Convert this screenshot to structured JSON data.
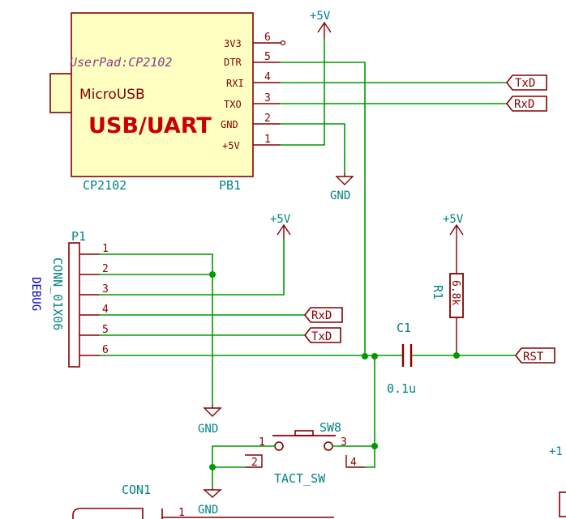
{
  "module": {
    "ref": "CP2102",
    "value": "PB1",
    "user_pad": "UserPad:CP2102",
    "usb_label": "MicroUSB",
    "title": "USB/UART",
    "pins": [
      {
        "name": "3V3",
        "num": "6"
      },
      {
        "name": "DTR",
        "num": "5"
      },
      {
        "name": "RXI",
        "num": "4"
      },
      {
        "name": "TXO",
        "num": "3"
      },
      {
        "name": "GND",
        "num": "2"
      },
      {
        "name": "+5V",
        "num": "1"
      }
    ]
  },
  "header": {
    "ref": "P1",
    "value": "CONN_01X06",
    "label": "DEBUG",
    "pins": [
      "1",
      "2",
      "3",
      "4",
      "5",
      "6"
    ]
  },
  "power": {
    "vcc_top": "+5V",
    "vcc_p1": "+5V",
    "vcc_r1": "+5V",
    "gnd_cp": "GND",
    "gnd_p1": "GND",
    "gnd_sw": "GND",
    "partial": "+1"
  },
  "nets": {
    "txd_top": "TxD",
    "rxd_top": "RxD",
    "rxd_p1": "RxD",
    "txd_p1": "TxD",
    "rst": "RST"
  },
  "c1": {
    "ref": "C1",
    "value": "0.1u"
  },
  "r1": {
    "ref": "R1",
    "value": "6.8k"
  },
  "sw8": {
    "ref": "SW8",
    "value": "TACT_SW",
    "pins": [
      "1",
      "2",
      "3",
      "4"
    ]
  },
  "con1": {
    "ref": "CON1",
    "pin1": "1"
  }
}
